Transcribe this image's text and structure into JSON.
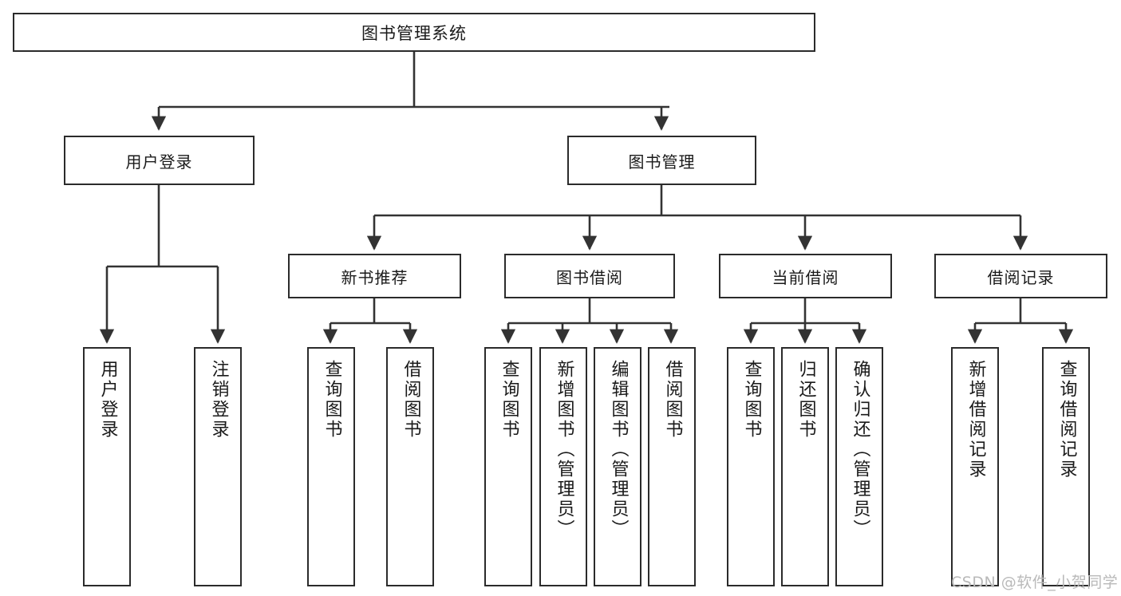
{
  "diagram": {
    "type": "tree",
    "title": "图书管理系统",
    "watermark": "CSDN @软件_小贺同学",
    "style": {
      "box_border": "#2b2b2b",
      "box_fill": "#ffffff",
      "line": "#333333",
      "text": "#1a1a1a",
      "watermark_color": "#b9b9b9"
    },
    "nodes": {
      "root": {
        "label": "图书管理系统"
      },
      "level2": [
        {
          "id": "user-login",
          "label": "用户登录"
        },
        {
          "id": "book-manage",
          "label": "图书管理"
        }
      ],
      "level3": [
        {
          "id": "new-book-rec",
          "label": "新书推荐"
        },
        {
          "id": "book-borrow",
          "label": "图书借阅"
        },
        {
          "id": "current-borrow",
          "label": "当前借阅"
        },
        {
          "id": "borrow-record",
          "label": "借阅记录"
        }
      ],
      "leaves": [
        {
          "id": "leaf-user-login",
          "label": "用户登录"
        },
        {
          "id": "leaf-user-logout",
          "label": "注销登录"
        },
        {
          "id": "leaf-query-book-1",
          "label": "查询图书"
        },
        {
          "id": "leaf-borrow-book-1",
          "label": "借阅图书"
        },
        {
          "id": "leaf-query-book-2",
          "label": "查询图书"
        },
        {
          "id": "leaf-add-book",
          "label": "新增图书（管理员）"
        },
        {
          "id": "leaf-edit-book",
          "label": "编辑图书（管理员）"
        },
        {
          "id": "leaf-borrow-book-2",
          "label": "借阅图书"
        },
        {
          "id": "leaf-query-book-3",
          "label": "查询图书"
        },
        {
          "id": "leaf-return-book",
          "label": "归还图书"
        },
        {
          "id": "leaf-confirm-return",
          "label": "确认归还（管理员）"
        },
        {
          "id": "leaf-add-record",
          "label": "新增借阅记录"
        },
        {
          "id": "leaf-query-record",
          "label": "查询借阅记录"
        }
      ]
    }
  }
}
